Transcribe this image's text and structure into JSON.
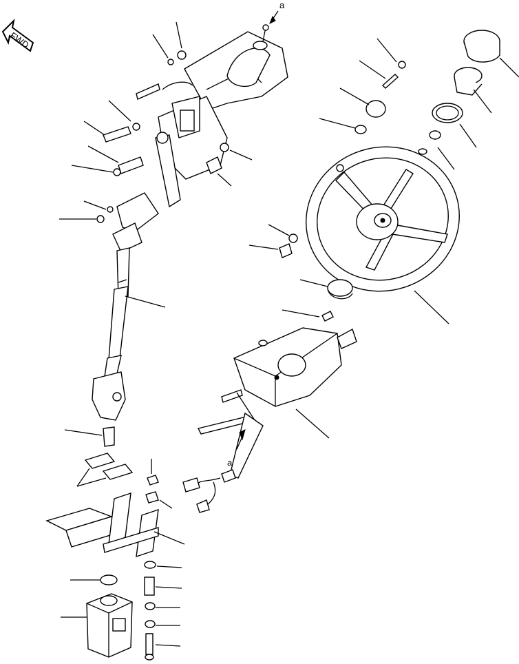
{
  "orientation": {
    "label": "FWD"
  },
  "connection_markers": [
    {
      "label": "a"
    },
    {
      "label": "a"
    }
  ]
}
